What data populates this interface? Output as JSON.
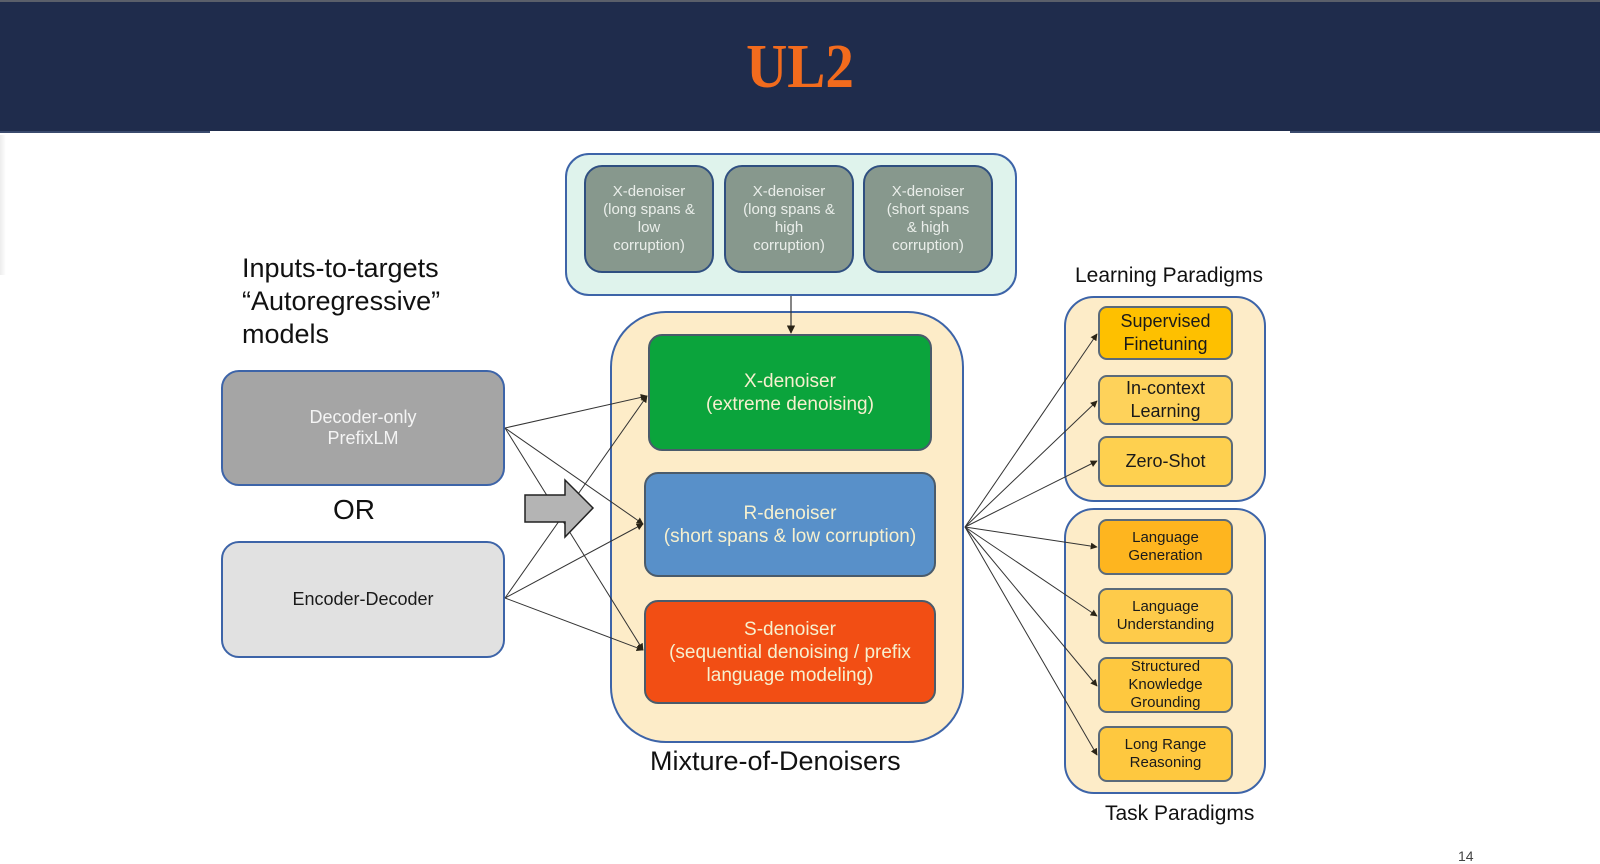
{
  "slide": {
    "title": "UL2",
    "page_number": "14"
  },
  "colors": {
    "header_bg": "#1f2c4c",
    "title": "#f26b1d",
    "x_denoiser": "#0ba43c",
    "r_denoiser": "#5890c9",
    "s_denoiser": "#f24e14",
    "mixture_bg": "#fdecc8",
    "x_variants_bg": "#dff3ec",
    "x_variant_box": "#87988d"
  },
  "left": {
    "heading": "Inputs-to-targets\n“Autoregressive”\nmodels",
    "models": [
      {
        "label": "Decoder-only\nPrefixLM"
      },
      {
        "label": "Encoder-Decoder"
      }
    ],
    "or_label": "OR"
  },
  "x_variants": [
    {
      "label": "X-denoiser\n(long spans &\nlow\ncorruption)"
    },
    {
      "label": "X-denoiser\n(long spans &\nhigh\ncorruption)"
    },
    {
      "label": "X-denoiser\n(short spans\n& high\ncorruption)"
    }
  ],
  "mixture": {
    "label": "Mixture-of-Denoisers",
    "denoisers": [
      {
        "label": "X-denoiser\n(extreme denoising)"
      },
      {
        "label": "R-denoiser\n(short spans & low corruption)"
      },
      {
        "label": "S-denoiser\n(sequential denoising / prefix\nlanguage modeling)"
      }
    ]
  },
  "learning_paradigms": {
    "label": "Learning Paradigms",
    "items": [
      {
        "label": "Supervised\nFinetuning"
      },
      {
        "label": "In-context\nLearning"
      },
      {
        "label": "Zero-Shot"
      }
    ]
  },
  "task_paradigms": {
    "label": "Task Paradigms",
    "items": [
      {
        "label": "Language\nGeneration"
      },
      {
        "label": "Language\nUnderstanding"
      },
      {
        "label": "Structured\nKnowledge\nGrounding"
      },
      {
        "label": "Long Range\nReasoning"
      }
    ]
  }
}
